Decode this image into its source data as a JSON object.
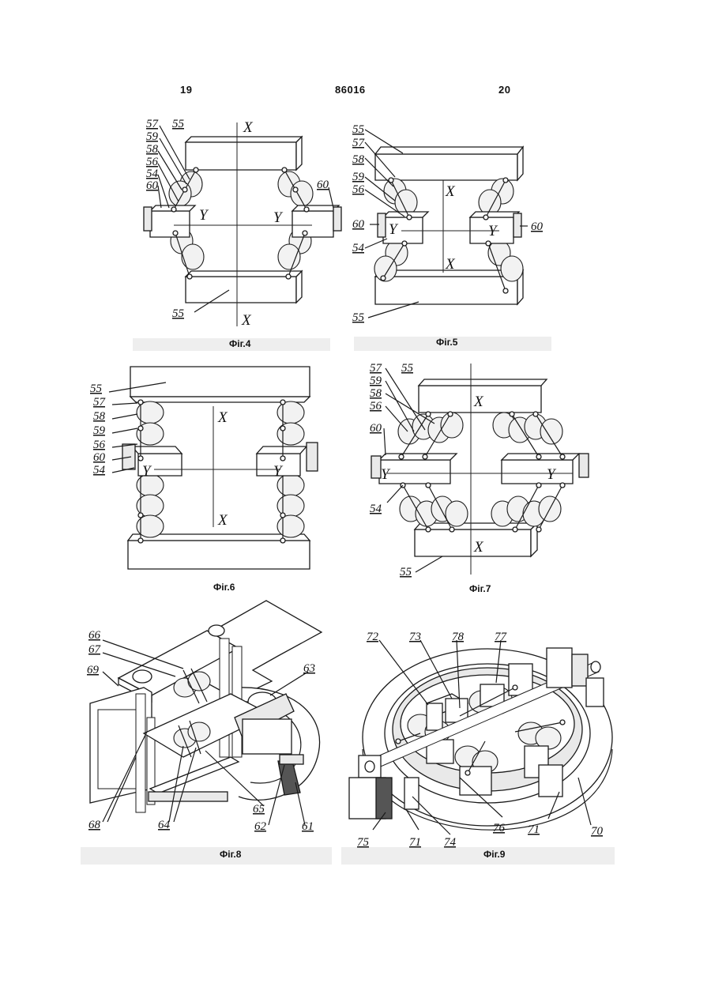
{
  "header": {
    "left_page": "19",
    "patent_number": "86016",
    "right_page": "20"
  },
  "figures": {
    "fig4": {
      "caption": "Фіг.4",
      "labels": [
        "57",
        "55",
        "59",
        "58",
        "56",
        "54",
        "60",
        "60",
        "55"
      ],
      "axes": [
        "X",
        "X",
        "Y",
        "Y"
      ]
    },
    "fig5": {
      "caption": "Фіг.5",
      "labels": [
        "55",
        "57",
        "58",
        "59",
        "56",
        "60",
        "60",
        "54",
        "55"
      ],
      "axes": [
        "X",
        "X",
        "Y",
        "Y"
      ]
    },
    "fig6": {
      "caption": "Фіг.6",
      "labels": [
        "55",
        "57",
        "58",
        "59",
        "56",
        "60",
        "54"
      ],
      "axes": [
        "X",
        "X",
        "Y",
        "Y"
      ]
    },
    "fig7": {
      "caption": "Фіг.7",
      "labels": [
        "57",
        "55",
        "59",
        "58",
        "56",
        "60",
        "54",
        "55"
      ],
      "axes": [
        "X",
        "X",
        "Y",
        "Y"
      ]
    },
    "fig8": {
      "caption": "Фіг.8",
      "labels": [
        "66",
        "67",
        "69",
        "63",
        "68",
        "64",
        "65",
        "62",
        "61"
      ]
    },
    "fig9": {
      "caption": "Фіг.9",
      "labels": [
        "72",
        "73",
        "78",
        "77",
        "75",
        "71",
        "74",
        "76",
        "71",
        "70"
      ]
    }
  }
}
